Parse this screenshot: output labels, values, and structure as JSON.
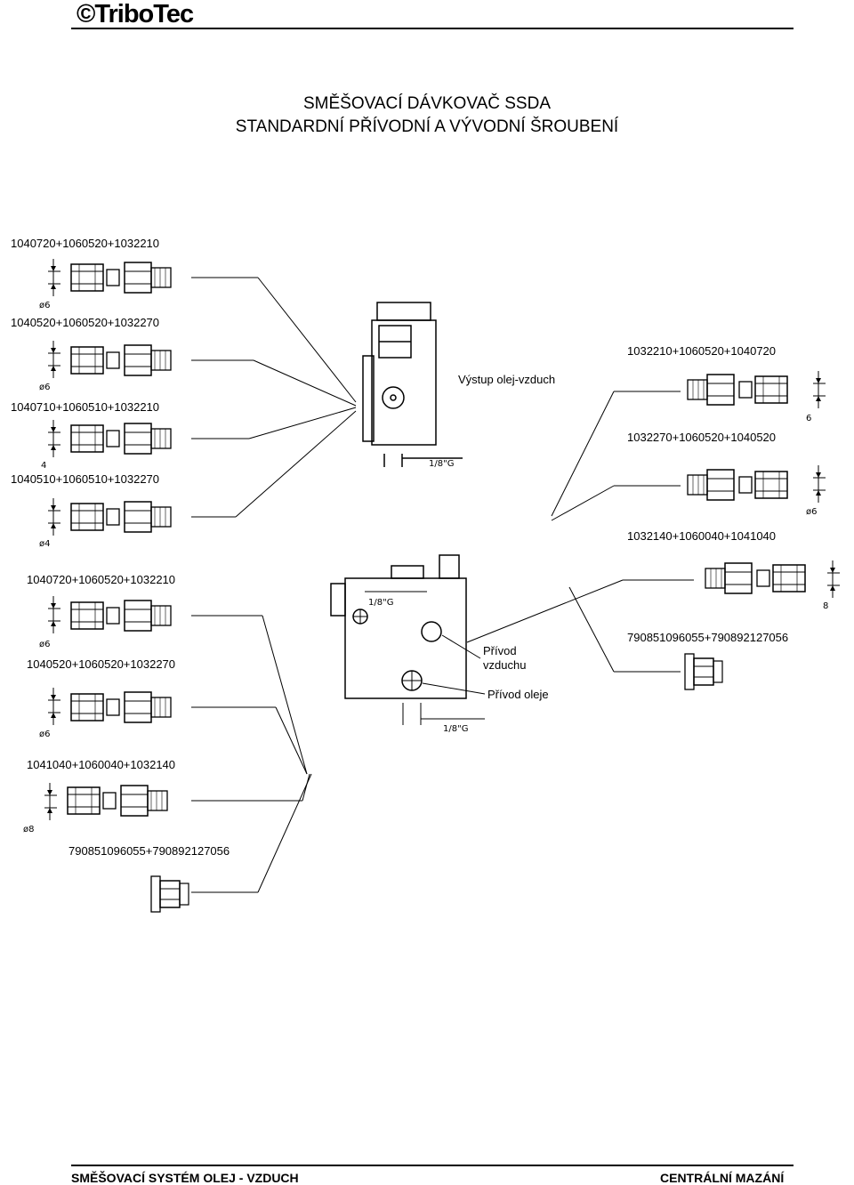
{
  "header": {
    "logo_text": "TriboTec"
  },
  "title": {
    "line1": "SMĚŠOVACÍ DÁVKOVAČ SSDA",
    "line2": "STANDARDNÍ PŘÍVODNÍ A VÝVODNÍ ŠROUBENÍ"
  },
  "upper": {
    "left_labels": [
      "1040720+1060520+1032210",
      "1040520+1060520+1032270",
      "1040710+1060510+1032210",
      "1040510+1060510+1032270"
    ],
    "left_dims": [
      "ø6",
      "ø6",
      "4",
      "ø4"
    ],
    "right_labels": [
      "1032210+1060520+1040720",
      "1032270+1060520+1040520",
      "1032140+1060040+1041040"
    ],
    "right_dims": [
      "6",
      "ø6",
      "8"
    ],
    "outlet_label": "Výstup olej-vzduch",
    "thread_label": "1/8\"G"
  },
  "lower": {
    "left_labels": [
      "1040720+1060520+1032210",
      "1040520+1060520+1032270",
      "1041040+1060040+1032140",
      "790851096055+790892127056"
    ],
    "left_dims": [
      "ø6",
      "ø6",
      "ø8"
    ],
    "right_label": "790851096055+790892127056",
    "air_inlet_line1": "Přívod",
    "air_inlet_line2": "vzduchu",
    "oil_inlet": "Přívod oleje",
    "thread_label_top": "1/8\"G",
    "thread_label_bottom": "1/8\"G"
  },
  "footer": {
    "left": "SMĚŠOVACÍ SYSTÉM OLEJ -  VZDUCH",
    "right": "CENTRÁLNÍ MAZÁNÍ"
  }
}
